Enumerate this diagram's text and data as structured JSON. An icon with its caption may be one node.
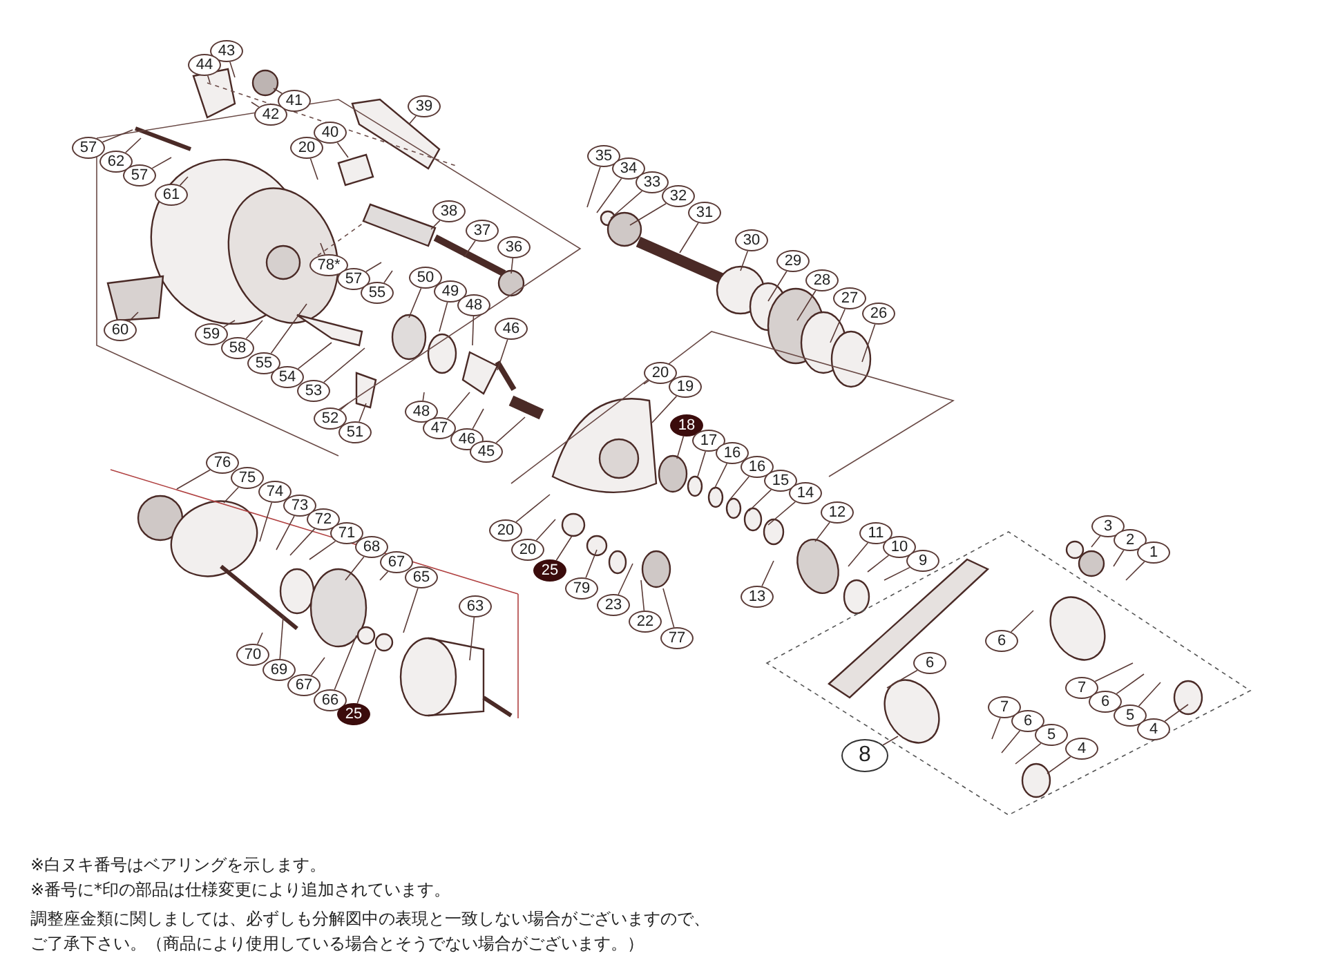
{
  "diagram": {
    "nodes": [
      {
        "text": [
          "43"
        ]
      },
      {
        "text": [
          "44"
        ]
      },
      {
        "text": [
          "41"
        ]
      },
      {
        "text": [
          "42"
        ]
      },
      {
        "text": [
          "39"
        ]
      },
      {
        "text": [
          "40"
        ]
      },
      {
        "text": [
          "20"
        ]
      },
      {
        "text": [
          "57"
        ]
      },
      {
        "text": [
          "62"
        ]
      },
      {
        "text": [
          "57"
        ]
      },
      {
        "text": [
          "61"
        ]
      },
      {
        "text": [
          "35"
        ]
      },
      {
        "text": [
          "34"
        ]
      },
      {
        "text": [
          "33"
        ]
      },
      {
        "text": [
          "32"
        ]
      },
      {
        "text": [
          "31"
        ]
      },
      {
        "text": [
          "38"
        ]
      },
      {
        "text": [
          "37"
        ]
      },
      {
        "text": [
          "36"
        ]
      },
      {
        "text": [
          "30"
        ]
      },
      {
        "text": [
          "29"
        ]
      },
      {
        "text": [
          "78*"
        ]
      },
      {
        "text": [
          "57"
        ]
      },
      {
        "text": [
          "28"
        ]
      },
      {
        "text": [
          "50"
        ]
      },
      {
        "text": [
          "55"
        ]
      },
      {
        "text": [
          "49"
        ]
      },
      {
        "text": [
          "27"
        ]
      },
      {
        "text": [
          "48"
        ]
      },
      {
        "text": [
          "26"
        ]
      },
      {
        "text": [
          "46"
        ]
      },
      {
        "text": [
          "60"
        ]
      },
      {
        "text": [
          "59"
        ]
      },
      {
        "text": [
          "58"
        ]
      },
      {
        "text": [
          "55"
        ]
      },
      {
        "text": [
          "20"
        ]
      },
      {
        "text": [
          "54"
        ]
      },
      {
        "text": [
          "19"
        ]
      },
      {
        "text": [
          "53"
        ]
      },
      {
        "text": [
          "48"
        ]
      },
      {
        "text": [
          "52"
        ]
      },
      {
        "text": [
          "18"
        ]
      },
      {
        "text": [
          "47"
        ]
      },
      {
        "text": [
          "51"
        ]
      },
      {
        "text": [
          "46"
        ]
      },
      {
        "text": [
          "17"
        ]
      },
      {
        "text": [
          "45"
        ]
      },
      {
        "text": [
          "16"
        ]
      },
      {
        "text": [
          "76"
        ]
      },
      {
        "text": [
          "16"
        ]
      },
      {
        "text": [
          "75"
        ]
      },
      {
        "text": [
          "15"
        ]
      },
      {
        "text": [
          "74"
        ]
      },
      {
        "text": [
          "14"
        ]
      },
      {
        "text": [
          "73"
        ]
      },
      {
        "text": [
          "12"
        ]
      },
      {
        "text": [
          "72"
        ]
      },
      {
        "text": [
          "3"
        ]
      },
      {
        "text": [
          "11"
        ]
      },
      {
        "text": [
          "71"
        ]
      },
      {
        "text": [
          "20"
        ]
      },
      {
        "text": [
          "2"
        ]
      },
      {
        "text": [
          "10"
        ]
      },
      {
        "text": [
          "68"
        ]
      },
      {
        "text": [
          "20"
        ]
      },
      {
        "text": [
          "1"
        ]
      },
      {
        "text": [
          "9"
        ]
      },
      {
        "text": [
          "25"
        ]
      },
      {
        "text": [
          "67"
        ]
      },
      {
        "text": [
          "79"
        ]
      },
      {
        "text": [
          "65"
        ]
      },
      {
        "text": [
          "23"
        ]
      },
      {
        "text": [
          "13"
        ]
      },
      {
        "text": [
          "22"
        ]
      },
      {
        "text": [
          "63"
        ]
      },
      {
        "text": [
          "77"
        ]
      },
      {
        "text": [
          "6"
        ]
      },
      {
        "text": [
          "70"
        ]
      },
      {
        "text": [
          "6"
        ]
      },
      {
        "text": [
          "69"
        ]
      },
      {
        "text": [
          "67"
        ]
      },
      {
        "text": [
          "7"
        ]
      },
      {
        "text": [
          "66"
        ]
      },
      {
        "text": [
          "6"
        ]
      },
      {
        "text": [
          "7"
        ]
      },
      {
        "text": [
          "25"
        ]
      },
      {
        "text": [
          "5"
        ]
      },
      {
        "text": [
          "6"
        ]
      },
      {
        "text": [
          "4"
        ]
      },
      {
        "text": [
          "5"
        ]
      },
      {
        "text": [
          "4"
        ]
      },
      {
        "text": [
          "8"
        ]
      }
    ],
    "edges": [
      {
        "from": 0,
        "to": null,
        "arrow": "none"
      },
      {
        "from": 1,
        "to": null,
        "arrow": "none"
      },
      {
        "from": 2,
        "to": null,
        "arrow": "none"
      },
      {
        "from": 3,
        "to": null,
        "arrow": "none"
      },
      {
        "from": 4,
        "to": null,
        "arrow": "none"
      },
      {
        "from": 5,
        "to": null,
        "arrow": "none"
      },
      {
        "from": 6,
        "to": null,
        "arrow": "none"
      },
      {
        "from": 7,
        "to": null,
        "arrow": "none"
      },
      {
        "from": 8,
        "to": null,
        "arrow": "none"
      },
      {
        "from": 9,
        "to": null,
        "arrow": "none"
      },
      {
        "from": 10,
        "to": null,
        "arrow": "none"
      },
      {
        "from": 11,
        "to": null,
        "arrow": "none"
      },
      {
        "from": 12,
        "to": null,
        "arrow": "none"
      },
      {
        "from": 13,
        "to": null,
        "arrow": "none"
      },
      {
        "from": 14,
        "to": null,
        "arrow": "none"
      },
      {
        "from": 15,
        "to": null,
        "arrow": "none"
      },
      {
        "from": 16,
        "to": null,
        "arrow": "none"
      },
      {
        "from": 17,
        "to": null,
        "arrow": "none"
      },
      {
        "from": 18,
        "to": null,
        "arrow": "none"
      },
      {
        "from": 19,
        "to": null,
        "arrow": "none"
      },
      {
        "from": 20,
        "to": null,
        "arrow": "none"
      },
      {
        "from": 21,
        "to": null,
        "arrow": "none"
      },
      {
        "from": 22,
        "to": null,
        "arrow": "none"
      },
      {
        "from": 23,
        "to": null,
        "arrow": "none"
      },
      {
        "from": 24,
        "to": null,
        "arrow": "none"
      },
      {
        "from": 25,
        "to": null,
        "arrow": "none"
      },
      {
        "from": 26,
        "to": null,
        "arrow": "none"
      },
      {
        "from": 27,
        "to": null,
        "arrow": "none"
      },
      {
        "from": 28,
        "to": null,
        "arrow": "none"
      },
      {
        "from": 29,
        "to": null,
        "arrow": "none"
      },
      {
        "from": 30,
        "to": null,
        "arrow": "none"
      },
      {
        "from": 31,
        "to": null,
        "arrow": "none"
      },
      {
        "from": 32,
        "to": null,
        "arrow": "none"
      },
      {
        "from": 33,
        "to": null,
        "arrow": "none"
      },
      {
        "from": 34,
        "to": null,
        "arrow": "none"
      },
      {
        "from": 35,
        "to": null,
        "arrow": "none"
      },
      {
        "from": 36,
        "to": null,
        "arrow": "none"
      },
      {
        "from": 37,
        "to": null,
        "arrow": "none"
      },
      {
        "from": 38,
        "to": null,
        "arrow": "none"
      },
      {
        "from": 39,
        "to": null,
        "arrow": "none"
      },
      {
        "from": 40,
        "to": null,
        "arrow": "none"
      },
      {
        "from": 41,
        "to": null,
        "arrow": "none"
      },
      {
        "from": 42,
        "to": null,
        "arrow": "none"
      },
      {
        "from": 43,
        "to": null,
        "arrow": "none"
      },
      {
        "from": 44,
        "to": null,
        "arrow": "none"
      },
      {
        "from": 45,
        "to": null,
        "arrow": "none"
      },
      {
        "from": 46,
        "to": null,
        "arrow": "none"
      },
      {
        "from": 47,
        "to": null,
        "arrow": "none"
      },
      {
        "from": 48,
        "to": null,
        "arrow": "none"
      },
      {
        "from": 49,
        "to": null,
        "arrow": "none"
      },
      {
        "from": 50,
        "to": null,
        "arrow": "none"
      },
      {
        "from": 51,
        "to": null,
        "arrow": "none"
      },
      {
        "from": 52,
        "to": null,
        "arrow": "none"
      },
      {
        "from": 53,
        "to": null,
        "arrow": "none"
      },
      {
        "from": 54,
        "to": null,
        "arrow": "none"
      },
      {
        "from": 55,
        "to": null,
        "arrow": "none"
      },
      {
        "from": 56,
        "to": null,
        "arrow": "none"
      },
      {
        "from": 57,
        "to": null,
        "arrow": "none"
      },
      {
        "from": 58,
        "to": null,
        "arrow": "none"
      },
      {
        "from": 59,
        "to": null,
        "arrow": "none"
      },
      {
        "from": 60,
        "to": null,
        "arrow": "none"
      },
      {
        "from": 61,
        "to": null,
        "arrow": "none"
      },
      {
        "from": 62,
        "to": null,
        "arrow": "none"
      },
      {
        "from": 63,
        "to": null,
        "arrow": "none"
      },
      {
        "from": 64,
        "to": null,
        "arrow": "none"
      },
      {
        "from": 65,
        "to": null,
        "arrow": "none"
      },
      {
        "from": 66,
        "to": null,
        "arrow": "none"
      },
      {
        "from": 67,
        "to": null,
        "arrow": "none"
      },
      {
        "from": 68,
        "to": null,
        "arrow": "none"
      },
      {
        "from": 69,
        "to": null,
        "arrow": "none"
      },
      {
        "from": 70,
        "to": null,
        "arrow": "none"
      },
      {
        "from": 71,
        "to": null,
        "arrow": "none"
      },
      {
        "from": 72,
        "to": null,
        "arrow": "none"
      },
      {
        "from": 73,
        "to": null,
        "arrow": "none"
      },
      {
        "from": 74,
        "to": null,
        "arrow": "none"
      },
      {
        "from": 75,
        "to": null,
        "arrow": "none"
      },
      {
        "from": 76,
        "to": null,
        "arrow": "none"
      },
      {
        "from": 77,
        "to": null,
        "arrow": "none"
      },
      {
        "from": 78,
        "to": null,
        "arrow": "none"
      },
      {
        "from": 79,
        "to": null,
        "arrow": "none"
      },
      {
        "from": 80,
        "to": null,
        "arrow": "none"
      },
      {
        "from": 81,
        "to": null,
        "arrow": "none"
      },
      {
        "from": 82,
        "to": null,
        "arrow": "none"
      },
      {
        "from": 83,
        "to": null,
        "arrow": "none"
      },
      {
        "from": 84,
        "to": null,
        "arrow": "none"
      },
      {
        "from": 85,
        "to": null,
        "arrow": "none"
      },
      {
        "from": 86,
        "to": null,
        "arrow": "none"
      },
      {
        "from": 87,
        "to": null,
        "arrow": "none"
      },
      {
        "from": 88,
        "to": null,
        "arrow": "none"
      },
      {
        "from": 89,
        "to": null,
        "arrow": "none"
      },
      {
        "from": 90,
        "to": null,
        "arrow": "none"
      },
      {
        "from": 91,
        "to": null,
        "arrow": "none"
      }
    ],
    "labels": [
      "※白ヌキ番号はベアリングを示します。",
      "※番号に*印の部品は仕様変更により追加されています。",
      "調整座金類に関しましては、必ずしも分解図中の表現と一致しない場合がございますので、ご了承下さい。（商品により使用している場合とそうでない場合がございます。）"
    ]
  }
}
